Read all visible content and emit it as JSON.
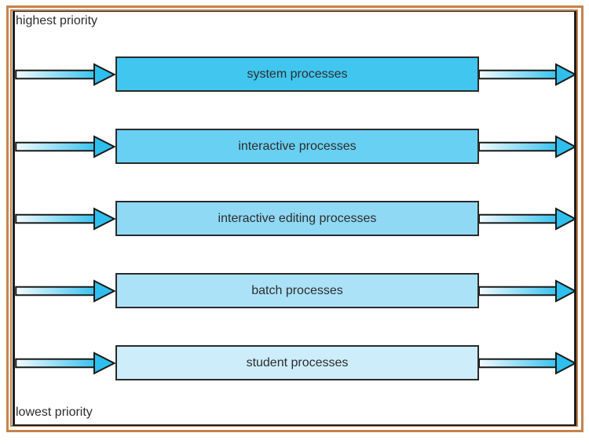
{
  "figure": {
    "top_label": "highest priority",
    "bottom_label": "lowest priority",
    "queues": [
      {
        "label": "system processes",
        "fill": "#41c6ef"
      },
      {
        "label": "interactive processes",
        "fill": "#68d0f2"
      },
      {
        "label": "interactive editing processes",
        "fill": "#8fd9f5"
      },
      {
        "label": "batch processes",
        "fill": "#abe2f8"
      },
      {
        "label": "student processes",
        "fill": "#cdedfb"
      }
    ],
    "colors": {
      "frame": "#c6824c",
      "figure_border": "#1f1f1f",
      "box_border": "#2b2b2b",
      "arrow_gradient_start": "#f2fbfe",
      "arrow_gradient_end": "#3cc3ee",
      "arrow_head": "#2ebfee",
      "arrow_stroke": "#1a1a1a",
      "text": "#2d2d2d",
      "background": "#ffffff"
    }
  }
}
